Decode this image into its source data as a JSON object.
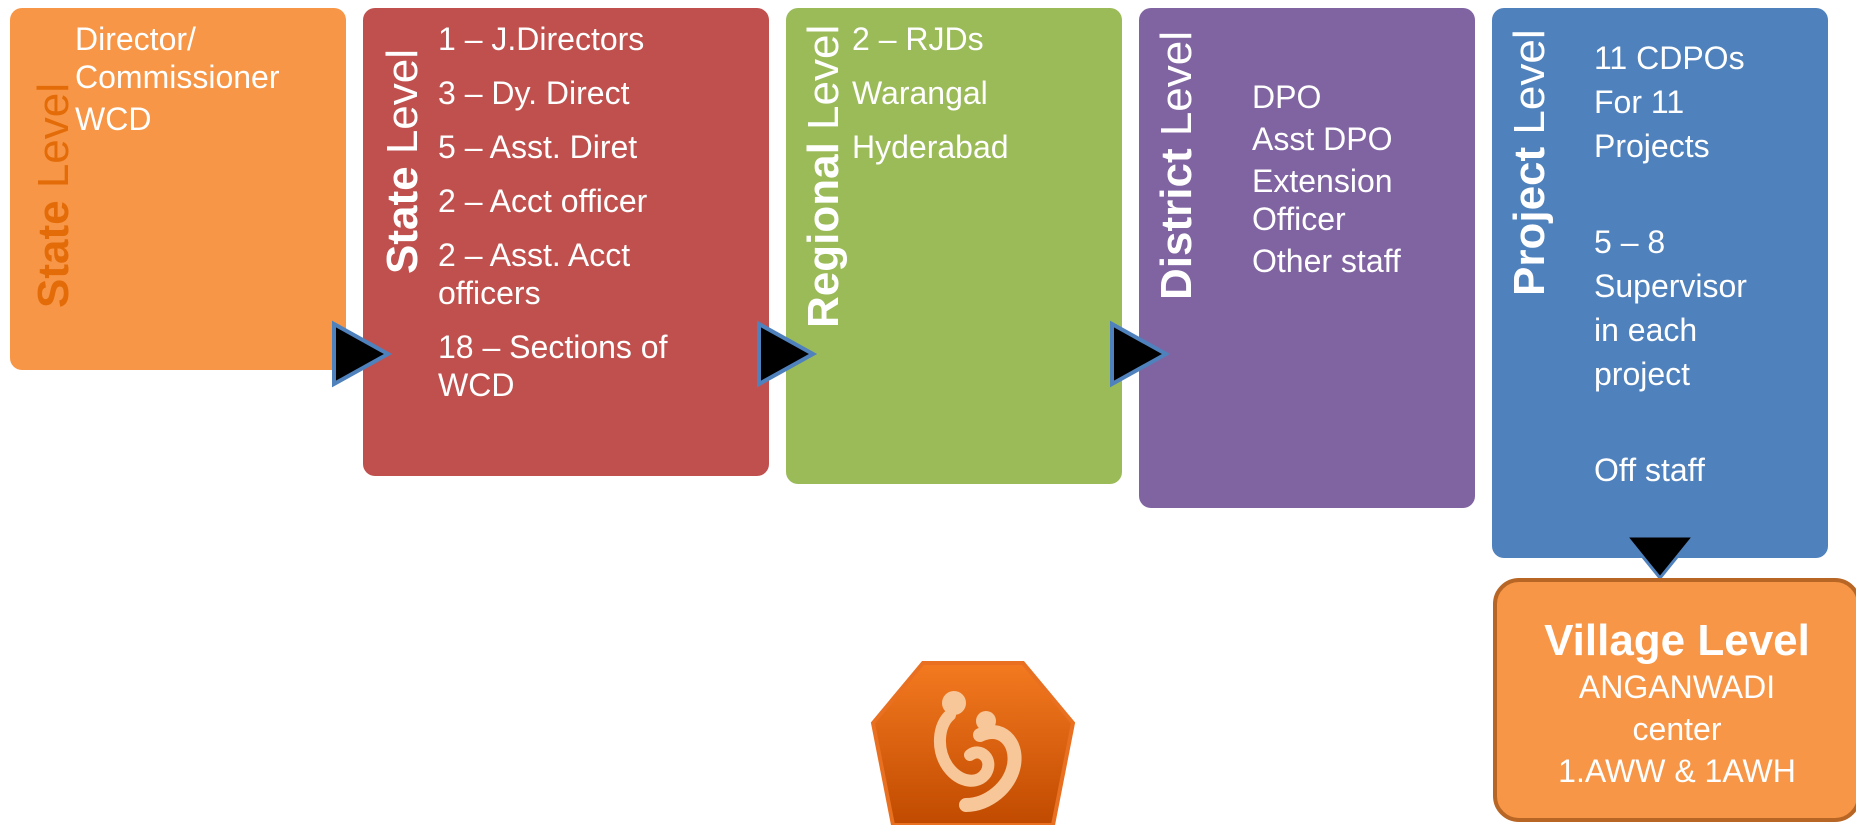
{
  "colors": {
    "orange": "#f79646",
    "red": "#c0504d",
    "green": "#9bbb59",
    "purple": "#8064a2",
    "blue": "#4f81bd",
    "arrow": "#000000",
    "arrow_outline": "#4f81bd"
  },
  "boxes": {
    "state1": {
      "label_bold": "State",
      "label_rest": "Level",
      "items": [
        "Director/ Commissioner",
        "WCD"
      ]
    },
    "state2": {
      "label_bold": "State",
      "label_rest": "Level",
      "items": [
        "1 – J.Directors",
        "3 – Dy. Direct",
        "5 – Asst. Diret",
        "2 – Acct officer",
        "2 – Asst. Acct officers",
        "18 – Sections of WCD"
      ]
    },
    "regional": {
      "label_bold": "Regional",
      "label_rest": "Level",
      "items": [
        "2 – RJDs",
        "Warangal",
        "Hyderabad"
      ]
    },
    "district": {
      "label_bold": "District",
      "label_rest": "Level",
      "items": [
        "DPO",
        "Asst DPO",
        "Extension Officer",
        "Other staff"
      ]
    },
    "project": {
      "label_bold": "Project",
      "label_rest": "Level",
      "items": [
        "11 CDPOs For 11 Projects",
        "5 – 8 Supervisor in each project",
        "Off staff"
      ]
    }
  },
  "village": {
    "title": "Village Level",
    "lines": [
      "ANGANWADI",
      "center",
      "1.AWW & 1AWH"
    ]
  },
  "icons": {
    "flow_arrow": "triangle-right-icon",
    "down_arrow": "triangle-down-icon",
    "logo": "mother-child-logo"
  }
}
